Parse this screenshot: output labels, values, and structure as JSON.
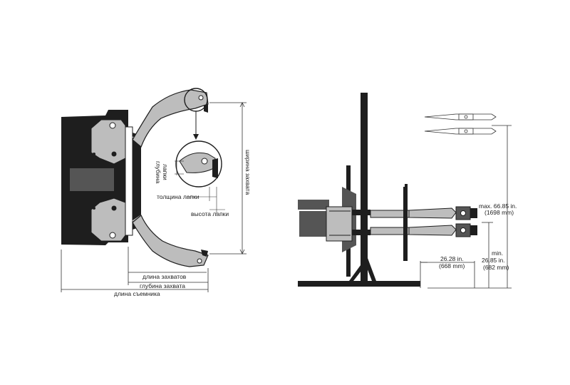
{
  "left_view": {
    "labels": {
      "jaw_width": "ширина захвата",
      "pad_depth_line1": "глубина",
      "pad_depth_line2": "лапки",
      "pad_thickness": "толщина лапки",
      "pad_height": "высота лапки",
      "jaw_length": "длина захватов",
      "grip_depth": "глубина захвата",
      "puller_length": "длина съемника"
    }
  },
  "right_view": {
    "labels": {
      "max_line1": "max. 66.85 in.",
      "max_line2": "(1698 mm)",
      "min_line1": "min.",
      "min_line2": "26.85 in.",
      "min_line3": "(682 mm)",
      "reach_line1": "26.28 in.",
      "reach_line2": "(668 mm)"
    }
  },
  "colors": {
    "ink": "#1e1e1e",
    "gray": "#bdbdbd",
    "dark_gray": "#555555",
    "background": "#ffffff"
  }
}
